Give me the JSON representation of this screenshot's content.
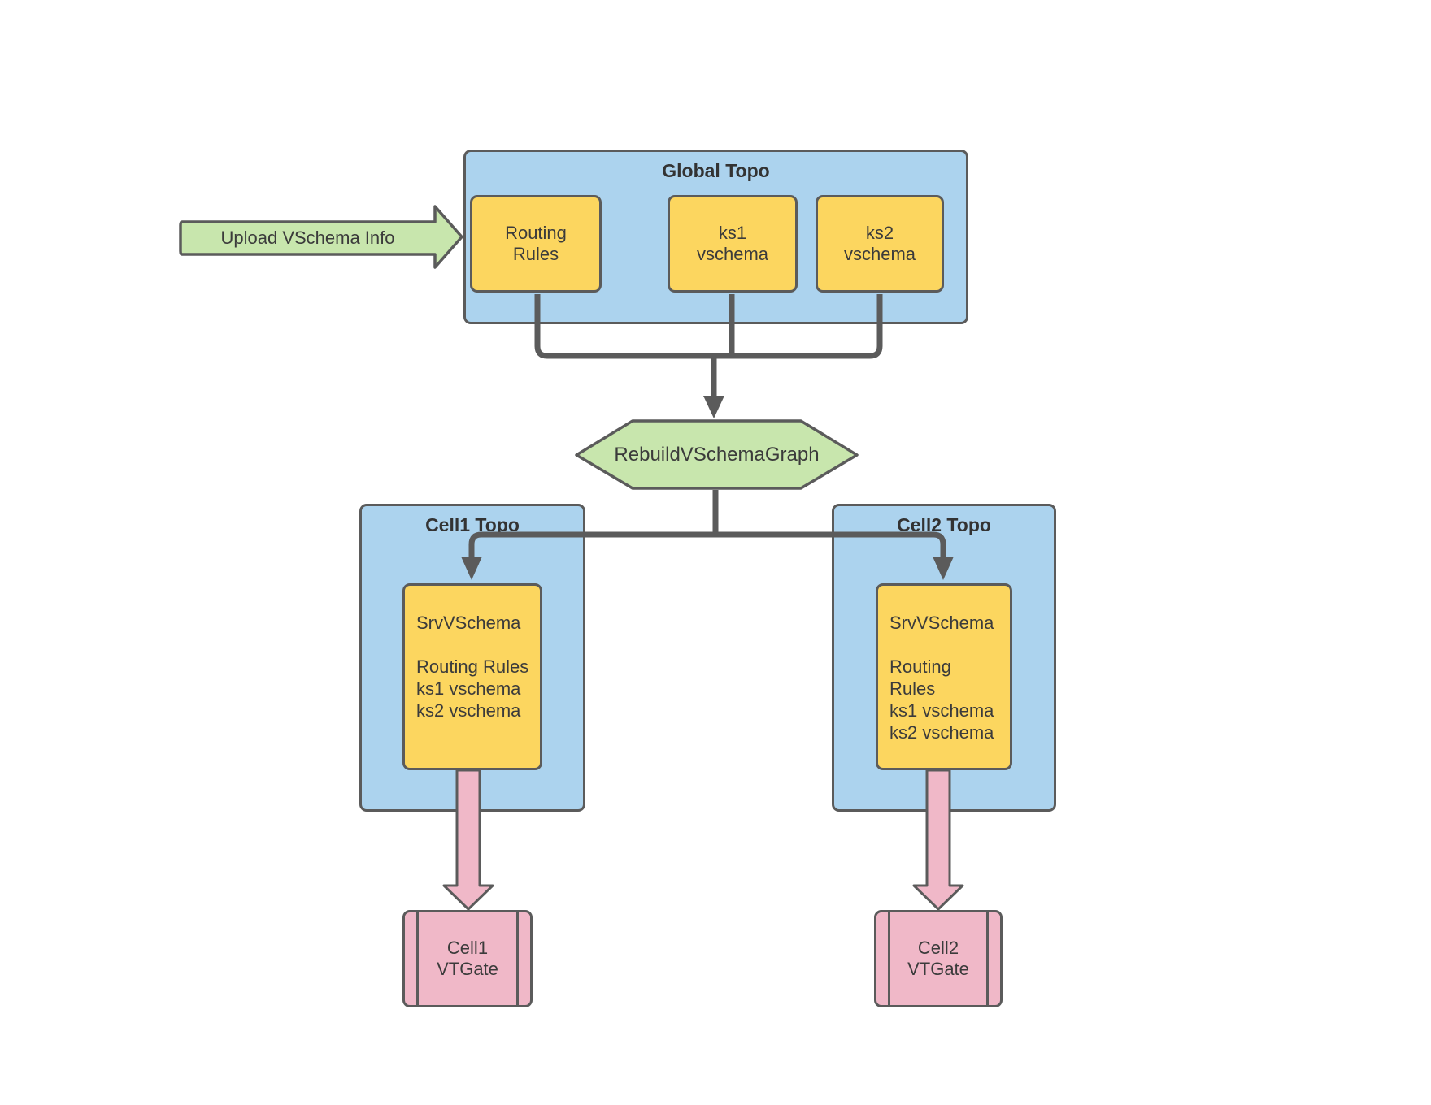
{
  "colors": {
    "container_fill_blue": "#acd3ee",
    "node_fill_yellow": "#fcd65f",
    "shape_fill_green": "#c8e6ad",
    "shape_fill_pink": "#f0b8c8",
    "stroke_gray": "#5b5b5b",
    "text": "#3b3b3b"
  },
  "upload_arrow": {
    "label": "Upload VSchema Info"
  },
  "global_topo": {
    "title": "Global Topo",
    "nodes": [
      {
        "label": "Routing\nRules"
      },
      {
        "label": "ks1\nvschema"
      },
      {
        "label": "ks2\nvschema"
      }
    ]
  },
  "rebuild_step": {
    "label": "RebuildVSchemaGraph"
  },
  "cells": [
    {
      "title": "Cell1 Topo",
      "srv_vschema": "SrvVSchema\n\nRouting Rules\nks1 vschema\nks2 vschema",
      "vtgate": "Cell1\nVTGate"
    },
    {
      "title": "Cell2 Topo",
      "srv_vschema": "SrvVSchema\n\nRouting Rules\nks1 vschema\nks2 vschema",
      "vtgate": "Cell2\nVTGate"
    }
  ]
}
